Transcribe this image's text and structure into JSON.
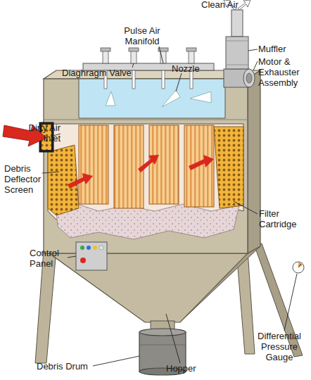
{
  "diagram": {
    "labels": [
      "Clean Air",
      "Pulse Air Manifold",
      "Muffler",
      "Diaghragm Valve",
      "Nozzle",
      "Motor & Exhauster Assembly",
      "Dirty Air Inlet",
      "Debris Deflector Screen",
      "Filter Cartridge",
      "Control Panel",
      "Differential Pressure Gauge",
      "Debris Drum",
      "Hopper"
    ]
  }
}
